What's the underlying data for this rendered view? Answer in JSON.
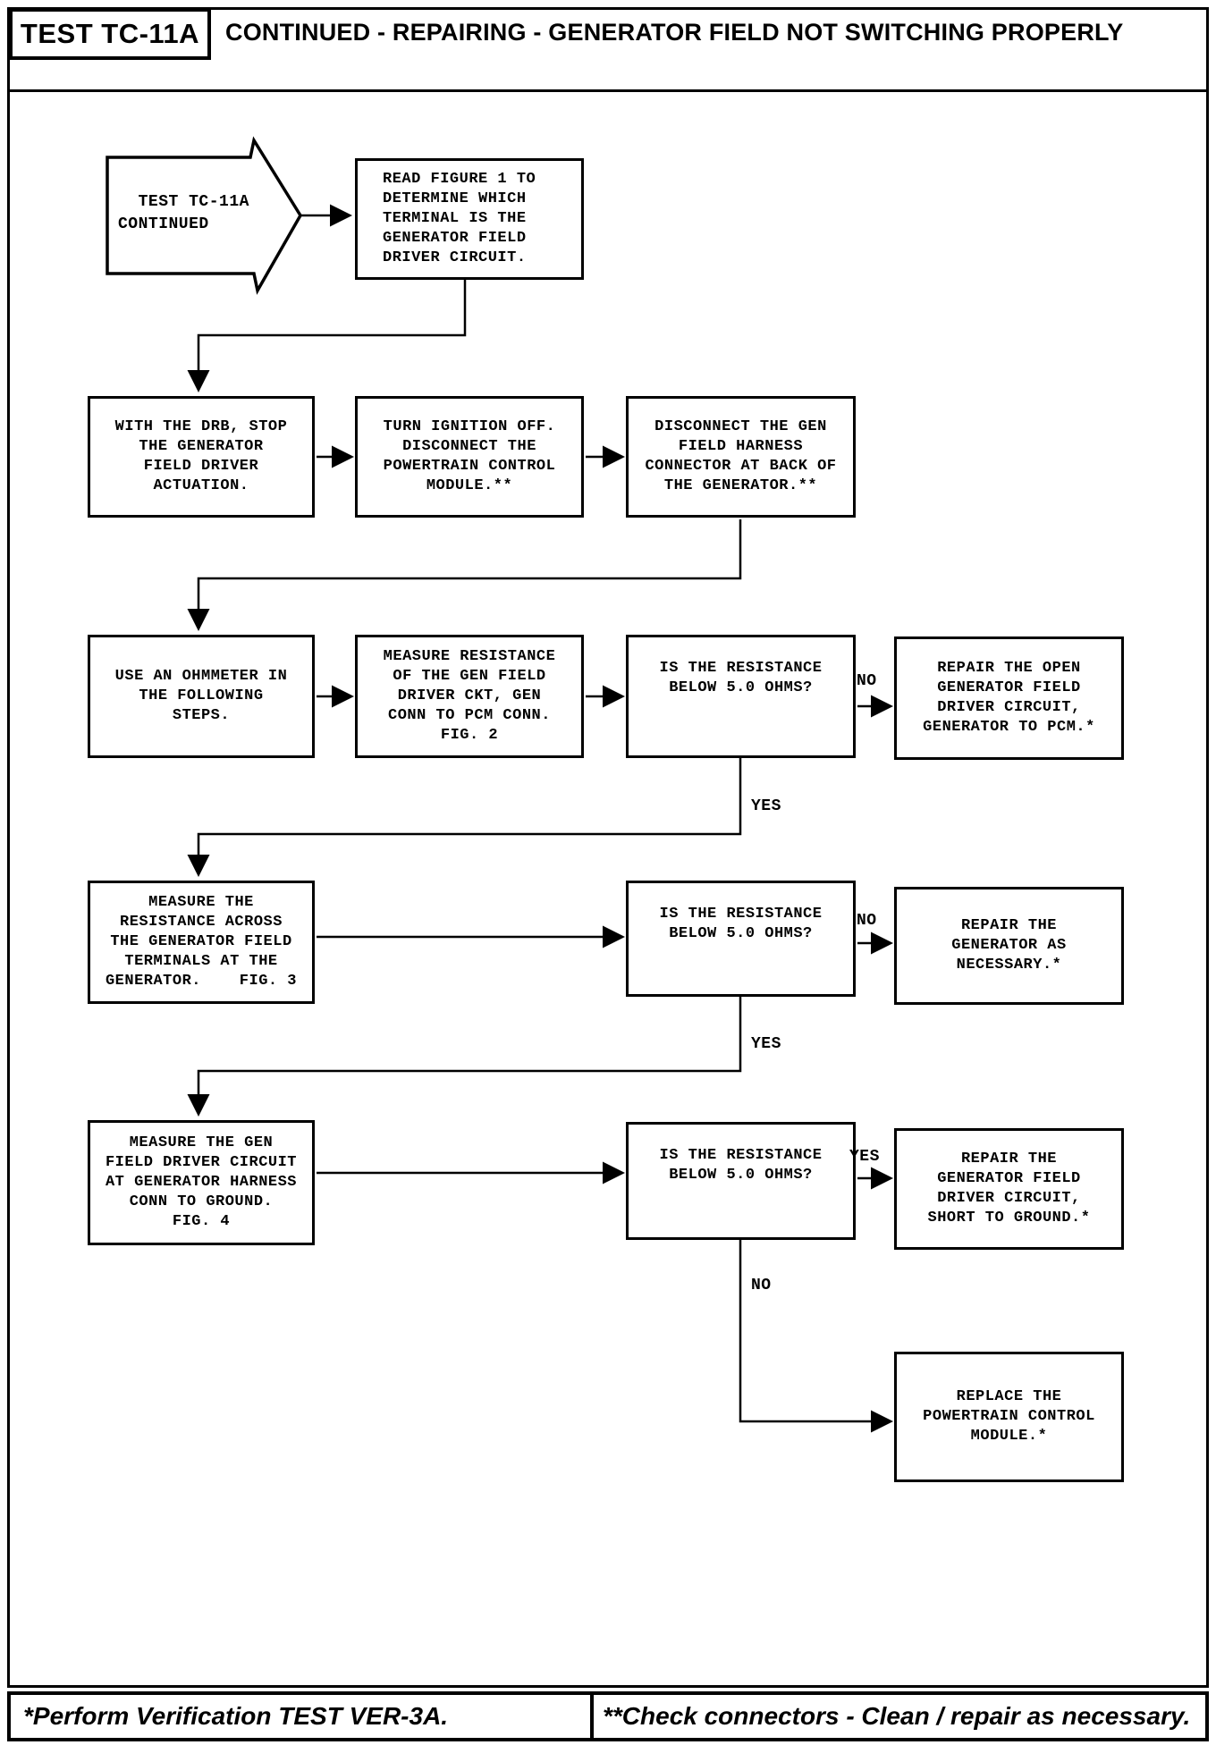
{
  "header": {
    "test_label": "TEST TC-11A",
    "title": "CONTINUED - REPAIRING - GENERATOR FIELD NOT SWITCHING PROPERLY"
  },
  "flowchart": {
    "start": {
      "label": "  TEST TC-11A\nCONTINUED"
    },
    "nodes": {
      "read_figure": {
        "text": "READ FIGURE 1 TO\nDETERMINE WHICH\nTERMINAL IS THE\nGENERATOR FIELD\nDRIVER CIRCUIT."
      },
      "stop_actuation": {
        "text": "WITH THE DRB, STOP\nTHE GENERATOR\nFIELD DRIVER\nACTUATION."
      },
      "ignition_off": {
        "text": "TURN IGNITION OFF.\nDISCONNECT THE\nPOWERTRAIN CONTROL\nMODULE.**"
      },
      "disconnect_gen": {
        "text": "DISCONNECT THE GEN\nFIELD HARNESS\nCONNECTOR AT BACK OF\nTHE GENERATOR.**"
      },
      "use_ohmmeter": {
        "text": "USE AN OHMMETER IN\nTHE FOLLOWING\nSTEPS."
      },
      "measure_fig2": {
        "text": "MEASURE RESISTANCE\nOF THE GEN FIELD\nDRIVER CKT, GEN\nCONN TO PCM CONN.\nFIG. 2"
      },
      "decision1": {
        "text": "IS THE RESISTANCE\nBELOW 5.0 OHMS?"
      },
      "repair_open": {
        "text": "REPAIR THE OPEN\nGENERATOR FIELD\nDRIVER CIRCUIT,\nGENERATOR TO PCM.*"
      },
      "measure_fig3": {
        "text": "MEASURE THE\nRESISTANCE ACROSS\nTHE GENERATOR FIELD\nTERMINALS AT THE\nGENERATOR.    FIG. 3"
      },
      "decision2": {
        "text": "IS THE RESISTANCE\nBELOW 5.0 OHMS?"
      },
      "repair_generator": {
        "text": "REPAIR THE\nGENERATOR AS\nNECESSARY.*"
      },
      "measure_fig4": {
        "text": "MEASURE THE GEN\nFIELD DRIVER CIRCUIT\nAT GENERATOR HARNESS\nCONN TO GROUND.\nFIG. 4"
      },
      "decision3": {
        "text": "IS THE RESISTANCE\nBELOW 5.0 OHMS?"
      },
      "repair_short": {
        "text": "REPAIR THE\nGENERATOR FIELD\nDRIVER CIRCUIT,\nSHORT TO GROUND.*"
      },
      "replace_pcm": {
        "text": "REPLACE THE\nPOWERTRAIN CONTROL\nMODULE.*"
      }
    },
    "branch_labels": {
      "no1": "NO",
      "yes1": "YES",
      "no2": "NO",
      "yes2": "YES",
      "yes3": "YES",
      "no3": "NO"
    },
    "colors": {
      "ink": "#000000",
      "paper": "#ffffff"
    }
  },
  "footer": {
    "left_note": "*Perform Verification TEST VER-3A.",
    "right_note": "**Check connectors - Clean / repair as necessary."
  }
}
